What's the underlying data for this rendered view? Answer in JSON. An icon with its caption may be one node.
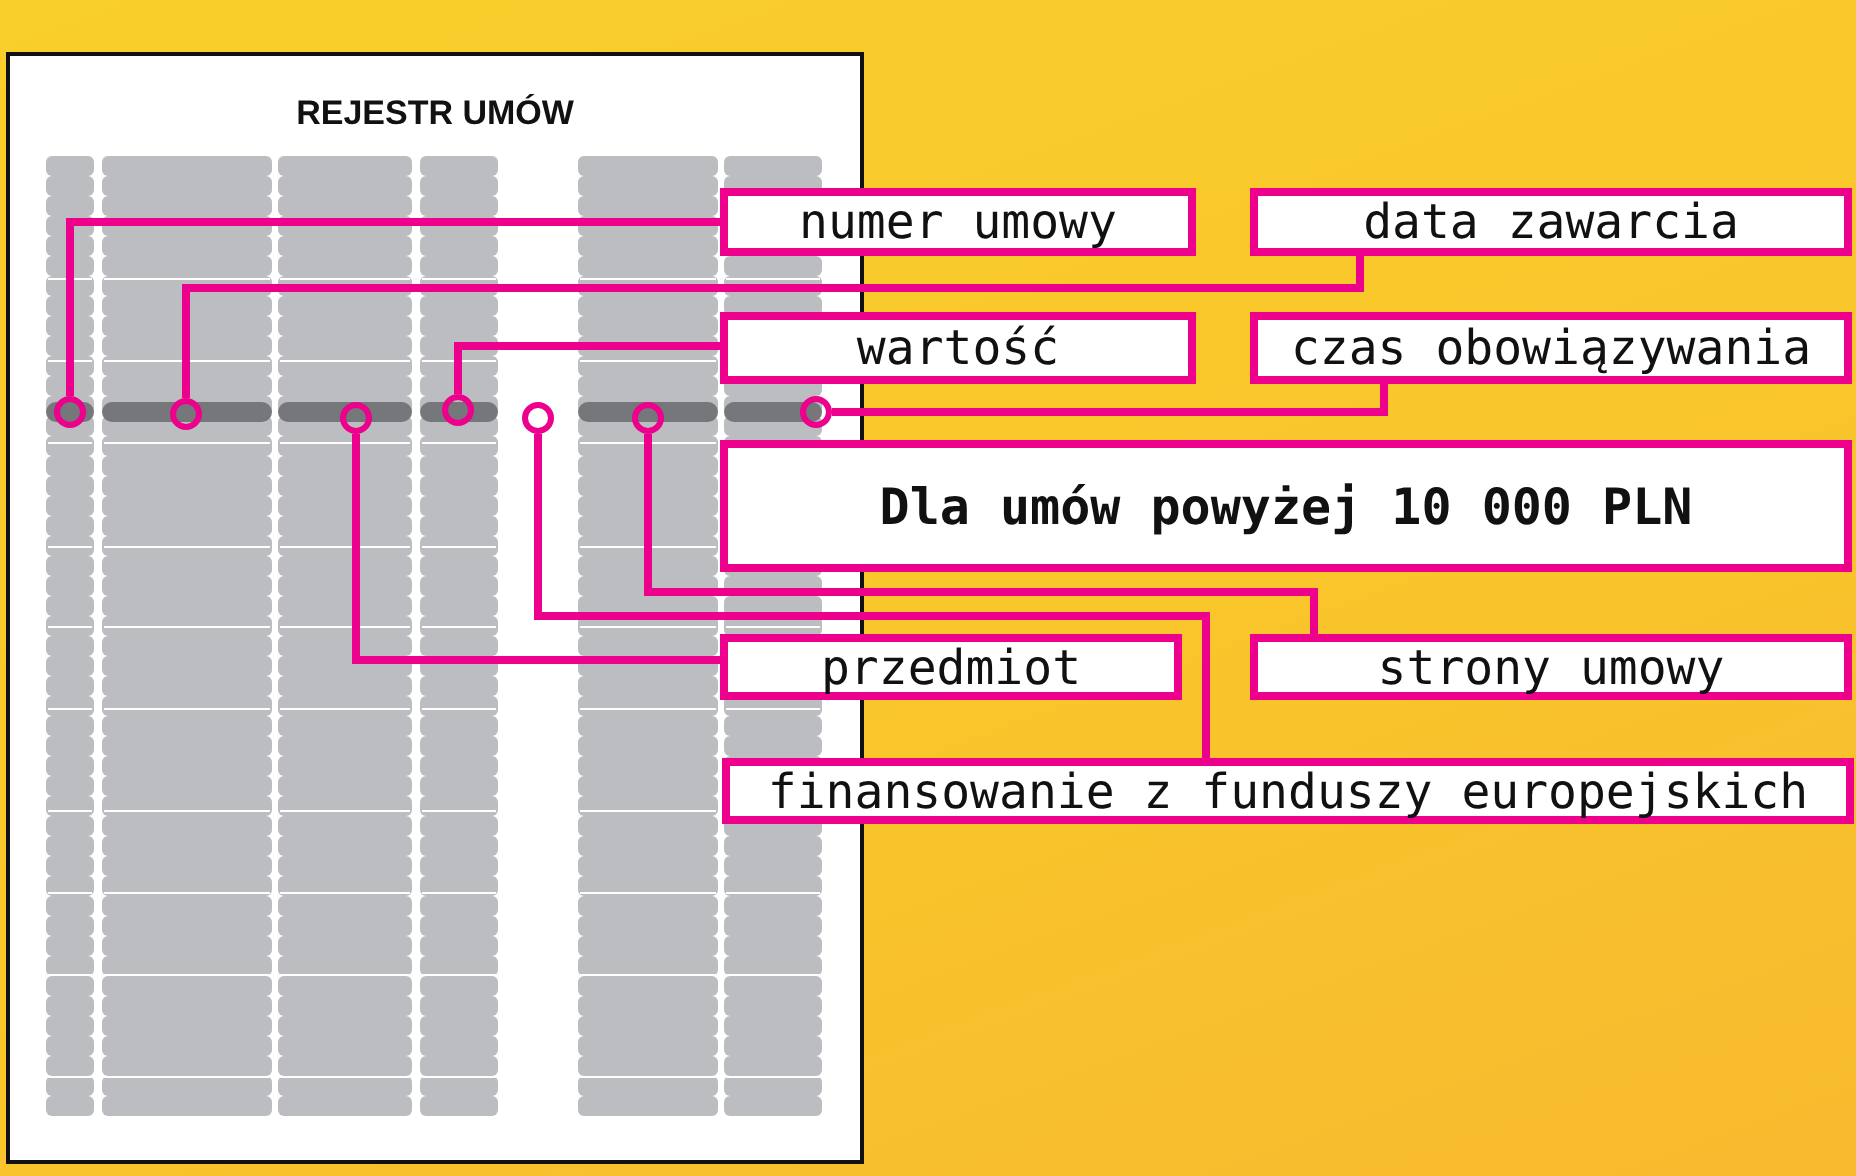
{
  "diagram": {
    "nodes": [
      {
        "text": [
          "REJESTR UMÓW"
        ]
      },
      {
        "text": [],
        "shape": "circle",
        "in": 0
      },
      {
        "text": [],
        "shape": "circle",
        "in": 0
      },
      {
        "text": [],
        "shape": "circle",
        "in": 0
      },
      {
        "text": [],
        "shape": "circle",
        "in": 0
      },
      {
        "text": [],
        "shape": "circle",
        "in": 0
      },
      {
        "text": [],
        "shape": "circle",
        "in": 0
      },
      {
        "text": [],
        "shape": "circle",
        "in": 0
      },
      {
        "text": [
          "numer umowy"
        ]
      },
      {
        "text": [
          "data zawarcia"
        ]
      },
      {
        "text": [
          "wartość"
        ]
      },
      {
        "text": [
          "czas obowiązywania"
        ]
      },
      {
        "text": [
          "Dla umów powyżej 10 000 PLN"
        ]
      },
      {
        "text": [
          "przedmiot"
        ]
      },
      {
        "text": [
          "strony umowy"
        ]
      },
      {
        "text": [
          "finansowanie z funduszy europejskich"
        ]
      }
    ],
    "edges": [
      {
        "from": 8,
        "to": 1,
        "arrow": "none"
      },
      {
        "from": 9,
        "to": 2,
        "arrow": "none"
      },
      {
        "from": 10,
        "to": 4,
        "arrow": "none"
      },
      {
        "from": 11,
        "to": 7,
        "arrow": "none"
      },
      {
        "from": 13,
        "to": 3,
        "arrow": "none"
      },
      {
        "from": 14,
        "to": 6,
        "arrow": "none"
      },
      {
        "from": 15,
        "to": 5,
        "arrow": "none"
      }
    ]
  }
}
